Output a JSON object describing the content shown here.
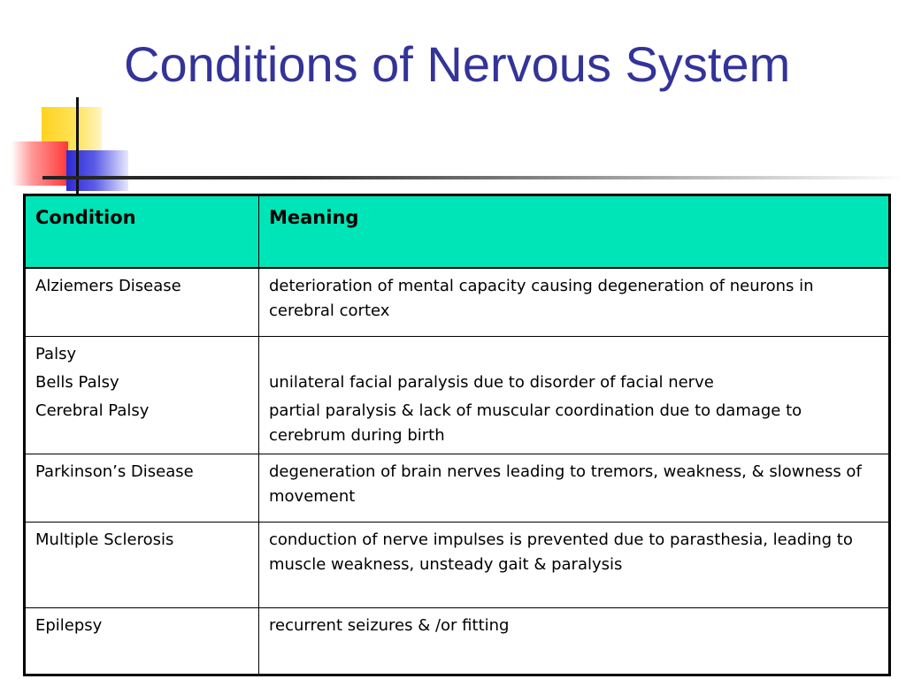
{
  "slide": {
    "title": "Conditions of Nervous System"
  },
  "colors": {
    "title": "#333399",
    "header_bg": "#00e5b7",
    "border": "#000000"
  },
  "table": {
    "headers": [
      "Condition",
      "Meaning"
    ],
    "rows": [
      {
        "condition": [
          "Alziemers Disease"
        ],
        "meaning": [
          "deterioration of mental capacity causing degeneration of neurons in cerebral cortex"
        ]
      },
      {
        "condition": [
          "Palsy",
          "Bells Palsy",
          "Cerebral Palsy"
        ],
        "meaning": [
          "",
          "unilateral facial paralysis due to disorder of facial nerve",
          "partial paralysis & lack of muscular coordination due to damage to cerebrum during birth"
        ]
      },
      {
        "condition": [
          "Parkinson’s Disease"
        ],
        "meaning": [
          "degeneration of brain nerves leading to tremors, weakness, & slowness of movement"
        ]
      },
      {
        "condition": [
          "Multiple Sclerosis"
        ],
        "meaning": [
          "conduction of nerve impulses is prevented due to parasthesia, leading to muscle weakness, unsteady gait & paralysis"
        ]
      },
      {
        "condition": [
          "Epilepsy"
        ],
        "meaning": [
          "recurrent seizures & /or fitting"
        ]
      }
    ]
  }
}
